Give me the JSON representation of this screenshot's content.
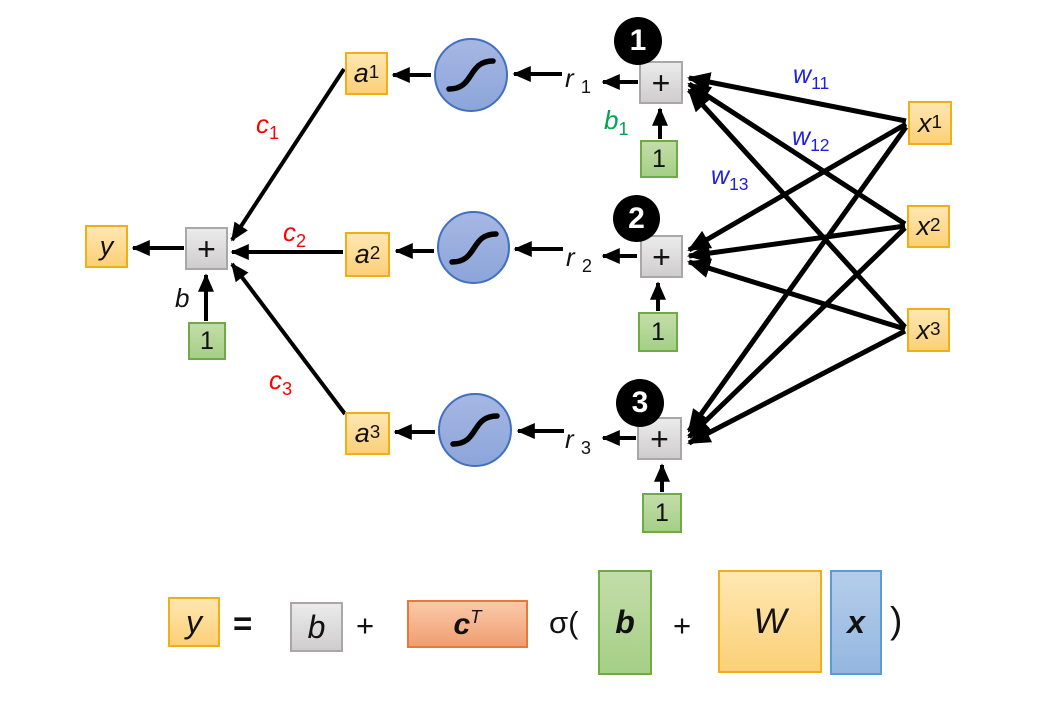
{
  "network": {
    "sum_symbol": "+",
    "bias_input_value": "1",
    "output_label": "y",
    "output_bias_label": "b",
    "output_weights": [
      {
        "base": "c",
        "sub": "1"
      },
      {
        "base": "c",
        "sub": "2"
      },
      {
        "base": "c",
        "sub": "3"
      }
    ],
    "activations": [
      {
        "base": "a",
        "sub": "1"
      },
      {
        "base": "a",
        "sub": "2"
      },
      {
        "base": "a",
        "sub": "3"
      }
    ],
    "preactivations": [
      {
        "base": "r",
        "sub": "1"
      },
      {
        "base": "r",
        "sub": "2"
      },
      {
        "base": "r",
        "sub": "3"
      }
    ],
    "hidden_badges": [
      "1",
      "2",
      "3"
    ],
    "hidden_bias_label": {
      "base": "b",
      "sub": "1"
    },
    "inputs": [
      {
        "base": "x",
        "sub": "1"
      },
      {
        "base": "x",
        "sub": "2"
      },
      {
        "base": "x",
        "sub": "3"
      }
    ],
    "input_weights": [
      {
        "base": "w",
        "sub": "11"
      },
      {
        "base": "w",
        "sub": "12"
      },
      {
        "base": "w",
        "sub": "13"
      }
    ]
  },
  "formula": {
    "output": "y",
    "equals": "=",
    "bias": "b",
    "plus_1": "+",
    "weights_T_base": "c",
    "weights_T_sup": "T",
    "sigma_open": "σ(",
    "bias_vector": "b",
    "plus_2": "+",
    "weight_matrix": "W",
    "input_vector": "x",
    "paren_close": ")"
  },
  "colors": {
    "node_orange_fill": "#fbd077",
    "node_orange_border": "#f2ae19",
    "node_gray_fill": "#d4d2d2",
    "node_gray_border": "#a9a7a7",
    "node_green_fill": "#a9d18e",
    "node_green_border": "#6faa47",
    "sigmoid_fill": "#92a9dd",
    "sigmoid_border": "#4170c0",
    "badge_fill": "#000000",
    "badge_text": "#ffffff",
    "input_weight_label": "#1f1fe0",
    "output_weight_label": "#ff0000",
    "hidden_bias_label": "#00a550",
    "formula_cT_fill": "#f4a97e",
    "formula_cT_border": "#e9773a",
    "formula_x_fill": "#9fc0e4",
    "formula_x_border": "#5b9bd5"
  }
}
